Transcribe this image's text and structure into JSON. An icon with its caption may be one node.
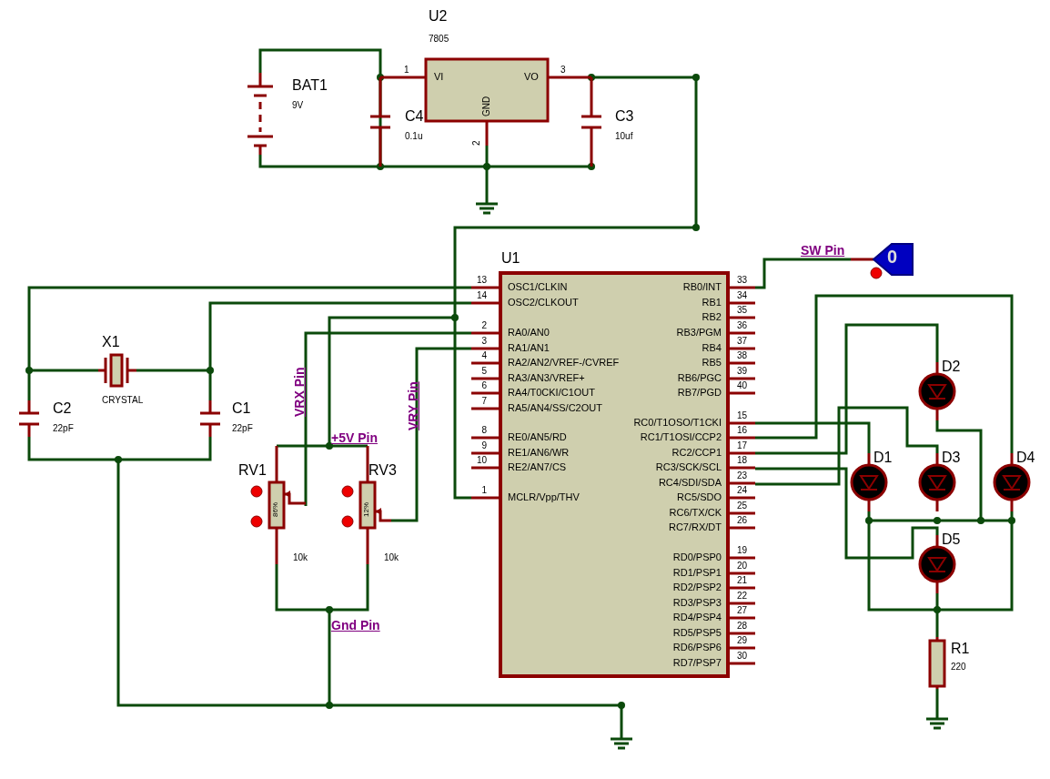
{
  "diagram": {
    "labels": [
      "U2",
      "7805",
      "1",
      "VI",
      "VO",
      "3",
      "GND",
      "2",
      "BAT1",
      "9V",
      "C4",
      "0.1u",
      "C3",
      "10uf",
      "U1",
      "SW Pin",
      "0",
      "X1",
      "CRYSTAL",
      "C2",
      "22pF",
      "C1",
      "22pF",
      "VRX Pin",
      "VRY Pin",
      "+5V Pin",
      "RV1",
      "86%",
      "RV3",
      "12%",
      "10k",
      "10k",
      "Gnd Pin",
      "13",
      "OSC1/CLKIN",
      "14",
      "OSC2/CLKOUT",
      "2",
      "RA0/AN0",
      "3",
      "RA1/AN1",
      "4",
      "RA2/AN2/VREF-/CVREF",
      "5",
      "RA3/AN3/VREF+",
      "6",
      "RA4/T0CKI/C1OUT",
      "7",
      "RA5/AN4/SS/C2OUT",
      "8",
      "RE0/AN5/RD",
      "9",
      "RE1/AN6/WR",
      "10",
      "RE2/AN7/CS",
      "1",
      "MCLR/Vpp/THV",
      "RB0/INT",
      "33",
      "RB1",
      "34",
      "RB2",
      "35",
      "RB3/PGM",
      "36",
      "RB4",
      "37",
      "RB5",
      "38",
      "RB6/PGC",
      "39",
      "RB7/PGD",
      "40",
      "RC0/T1OSO/T1CKI",
      "15",
      "RC1/T1OSI/CCP2",
      "16",
      "RC2/CCP1",
      "17",
      "RC3/SCK/SCL",
      "18",
      "RC4/SDI/SDA",
      "23",
      "RC5/SDO",
      "24",
      "RC6/TX/CK",
      "25",
      "RC7/RX/DT",
      "26",
      "RD0/PSP0",
      "19",
      "RD1/PSP1",
      "20",
      "RD2/PSP2",
      "21",
      "RD3/PSP3",
      "22",
      "RD4/PSP4",
      "27",
      "RD5/PSP5",
      "28",
      "RD6/PSP6",
      "29",
      "RD7/PSP7",
      "30",
      "D2",
      "D1",
      "D3",
      "D4",
      "D5",
      "R1",
      "220"
    ]
  }
}
